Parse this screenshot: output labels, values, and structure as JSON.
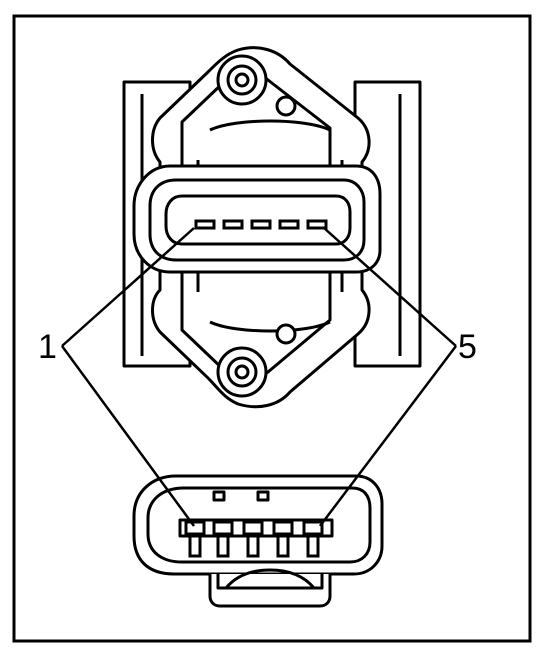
{
  "diagram": {
    "callouts": [
      {
        "id": "pin-first",
        "text": "1"
      },
      {
        "id": "pin-last",
        "text": "5"
      }
    ],
    "stroke_color": "#000000",
    "background_color": "#ffffff"
  }
}
